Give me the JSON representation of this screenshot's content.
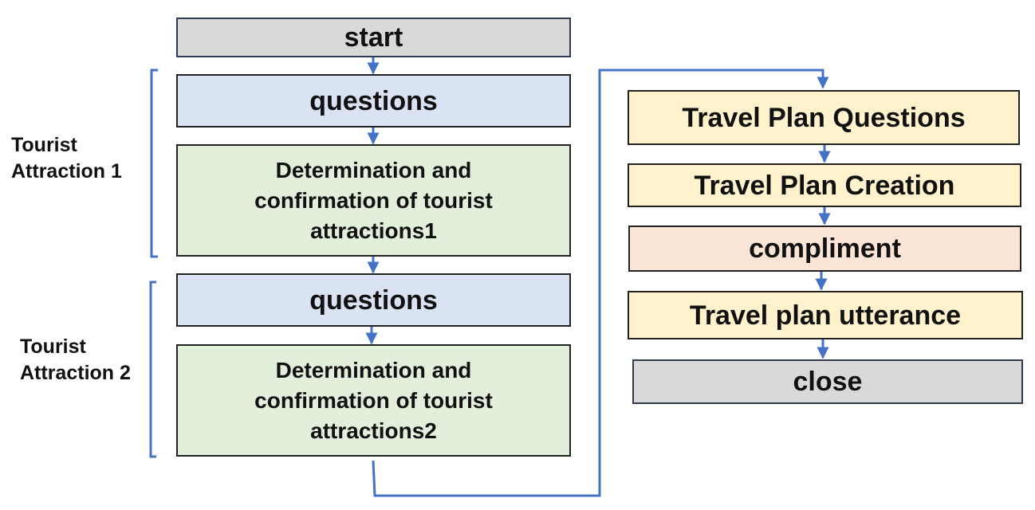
{
  "colors": {
    "gray": "#d9d9d9",
    "blue": "#dae3f3",
    "green": "#e2efda",
    "yellow": "#fff2cc",
    "peach": "#fbe5d6",
    "arrow": "#4472c4"
  },
  "left_column": {
    "start": "start",
    "questions_1": "questions",
    "determination_1": "Determination and confirmation of tourist attractions1",
    "questions_2": "questions",
    "determination_2": "Determination and confirmation of tourist attractions2"
  },
  "group_labels": {
    "attraction_1": "Tourist Attraction 1",
    "attraction_2": "Tourist Attraction 2"
  },
  "right_column": {
    "travel_plan_questions": "Travel Plan Questions",
    "travel_plan_creation": "Travel Plan Creation",
    "compliment": "compliment",
    "travel_plan_utterance": "Travel plan utterance",
    "close": "close"
  }
}
